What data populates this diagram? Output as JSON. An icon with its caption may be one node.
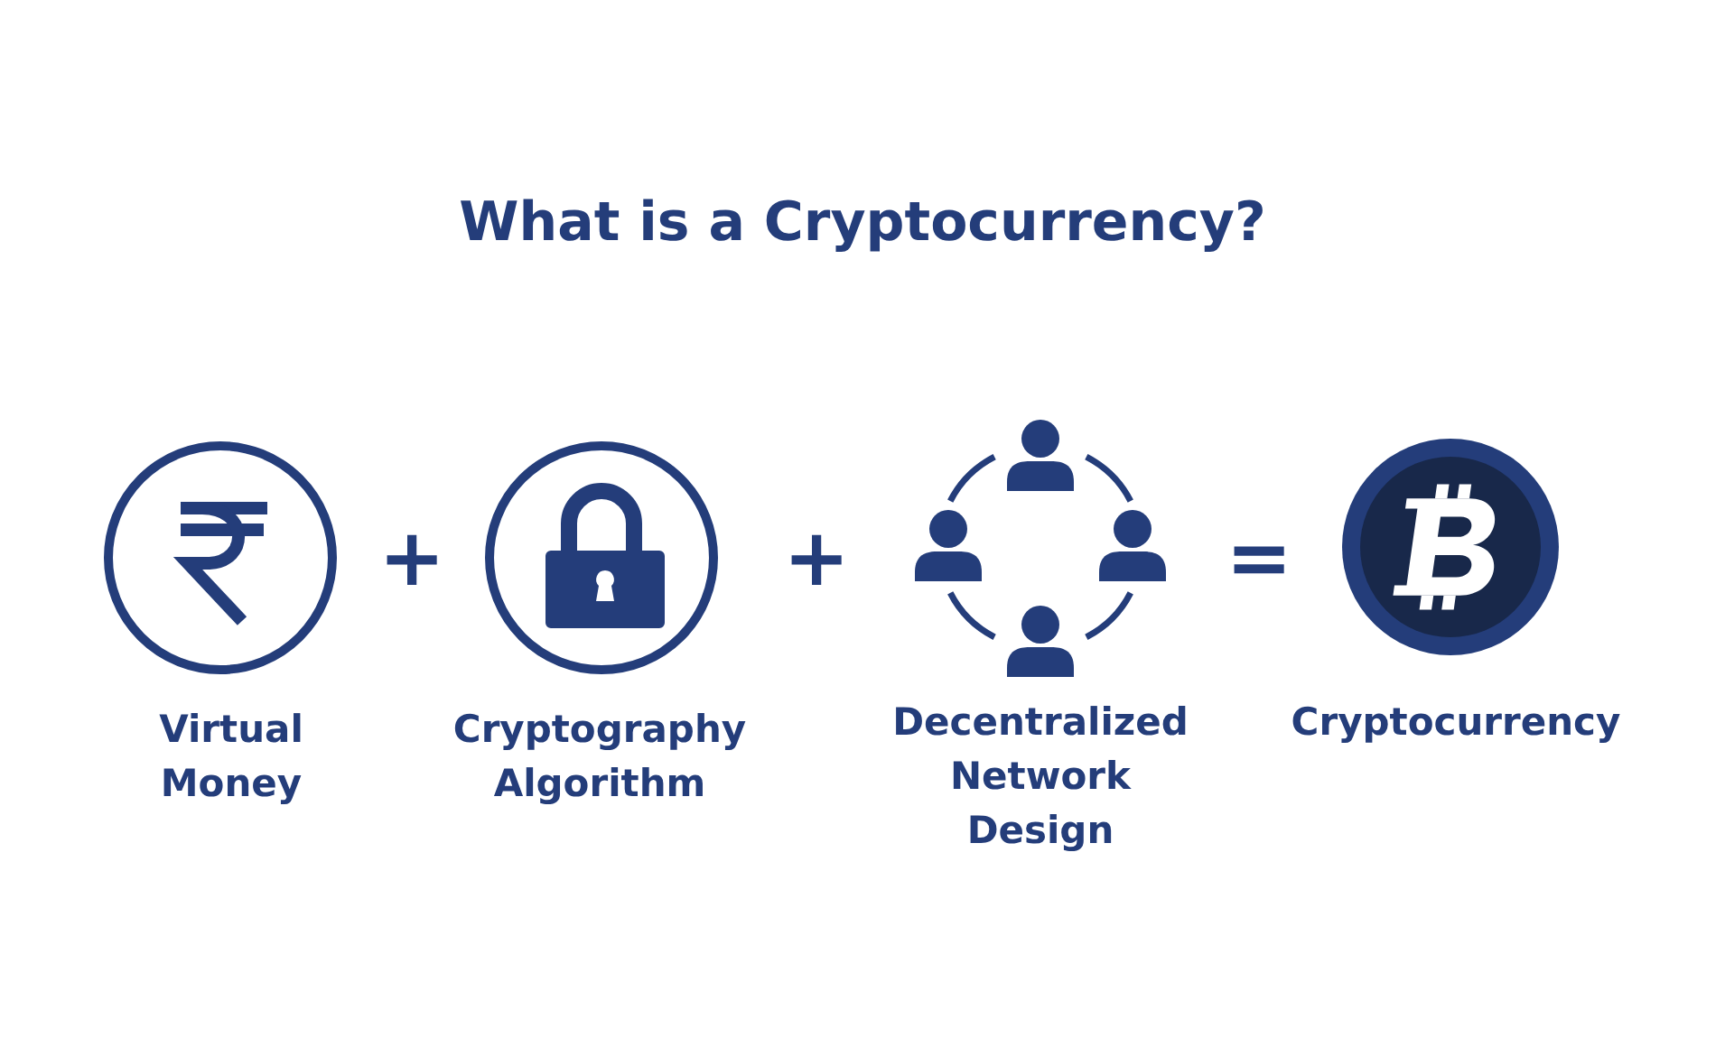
{
  "diagram": {
    "title": "What is a Cryptocurrency?",
    "nodes": [
      {
        "text": [
          "Virtual Money"
        ]
      },
      {
        "text": [
          "Cryptography Algorithm"
        ]
      },
      {
        "text": [
          "Decentralized Network Design"
        ]
      },
      {
        "text": [
          "Cryptocurrency"
        ]
      }
    ],
    "labels": [
      "+",
      "+",
      "="
    ]
  }
}
